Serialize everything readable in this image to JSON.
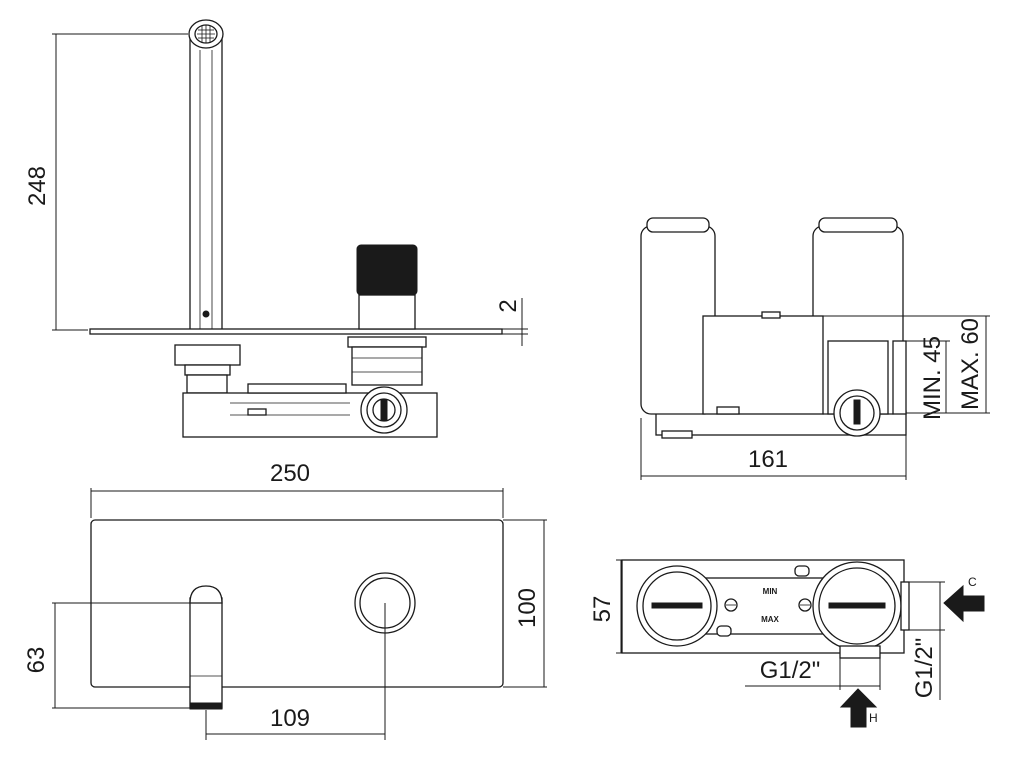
{
  "dimensions": {
    "side_height": "248",
    "plate_thickness": "2",
    "front_width": "250",
    "front_height": "100",
    "spout_height": "63",
    "spout_to_knob": "109",
    "end_width": "161",
    "min_depth": "MIN. 45",
    "max_depth": "MAX. 60",
    "body_depth": "57",
    "inlet_bottom": "G1/2\"",
    "inlet_side": "G1/2\""
  },
  "labels": {
    "arrow_cold": "C",
    "arrow_hot": "H",
    "plate_top": "MIN",
    "plate_bottom": "MAX"
  },
  "colors": {
    "line": "#1a1a1a",
    "background": "#ffffff"
  }
}
